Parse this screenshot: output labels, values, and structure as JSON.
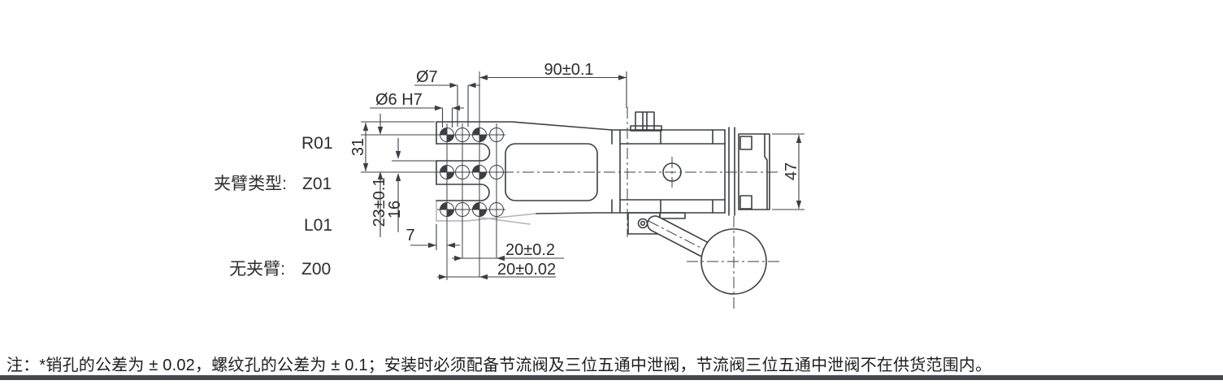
{
  "drawing": {
    "labels": {
      "clamp_arm_type": "夹臂类型:",
      "no_arm": "无夹臂:"
    },
    "arm_codes": {
      "top": "R01",
      "middle": "Z01",
      "bottom": "L01",
      "none": "Z00"
    },
    "dims": {
      "thread_hole_dia": "Ø7",
      "pin_hole_dia": "Ø6 H7",
      "length_to_pivot": "90±0.1",
      "arm_top_height": "31",
      "row_pitch": "23±0.1",
      "arm_offset": "16",
      "edge_offset": "7",
      "thread_hole_pitch": "20±0.2",
      "pin_hole_pitch": "20±0.02",
      "body_height": "47"
    }
  },
  "note": {
    "text": "注：*销孔的公差为 ± 0.02，螺纹孔的公差为 ± 0.1；安装时必须配备节流阀及三位五通中泄阀，节流阀三位五通中泄阀不在供货范围内。"
  },
  "colors": {
    "line": "#3b3f45",
    "dim_text": "#2e2e2e",
    "phantom": "#b3b3b3",
    "footer_bar": "#44484d"
  }
}
